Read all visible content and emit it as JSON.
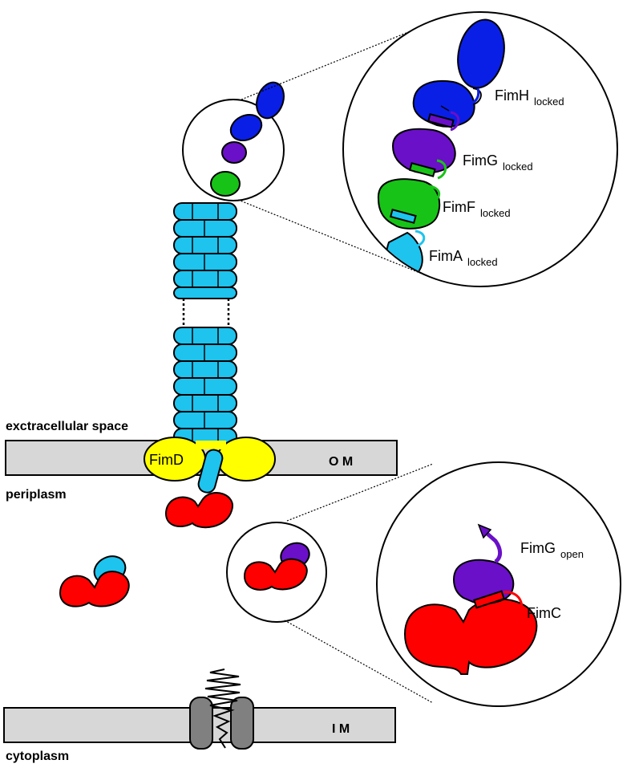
{
  "labels": {
    "extracellular": "exctracellular space",
    "periplasm": "periplasm",
    "cytoplasm": "cytoplasm",
    "outer_membrane": "O M",
    "inner_membrane": "I M",
    "usher": "FimD"
  },
  "zoom_top": {
    "items": [
      {
        "name": "FimH",
        "state": "locked"
      },
      {
        "name": "FimG",
        "state": "locked"
      },
      {
        "name": "FimF",
        "state": "locked"
      },
      {
        "name": "FimA",
        "state": "locked"
      }
    ]
  },
  "zoom_bottom": {
    "subunit": {
      "name": "FimG",
      "state": "open"
    },
    "chaperone": {
      "name": "FimC"
    }
  },
  "colors": {
    "FimH": "#0a1fe6",
    "FimG": "#6a10c8",
    "FimF": "#17c317",
    "FimA": "#1ec3ee",
    "FimC": "#ff0000",
    "FimD": "#ffff00",
    "membrane": "#d7d7d7",
    "secretion_pore": "#808080"
  }
}
